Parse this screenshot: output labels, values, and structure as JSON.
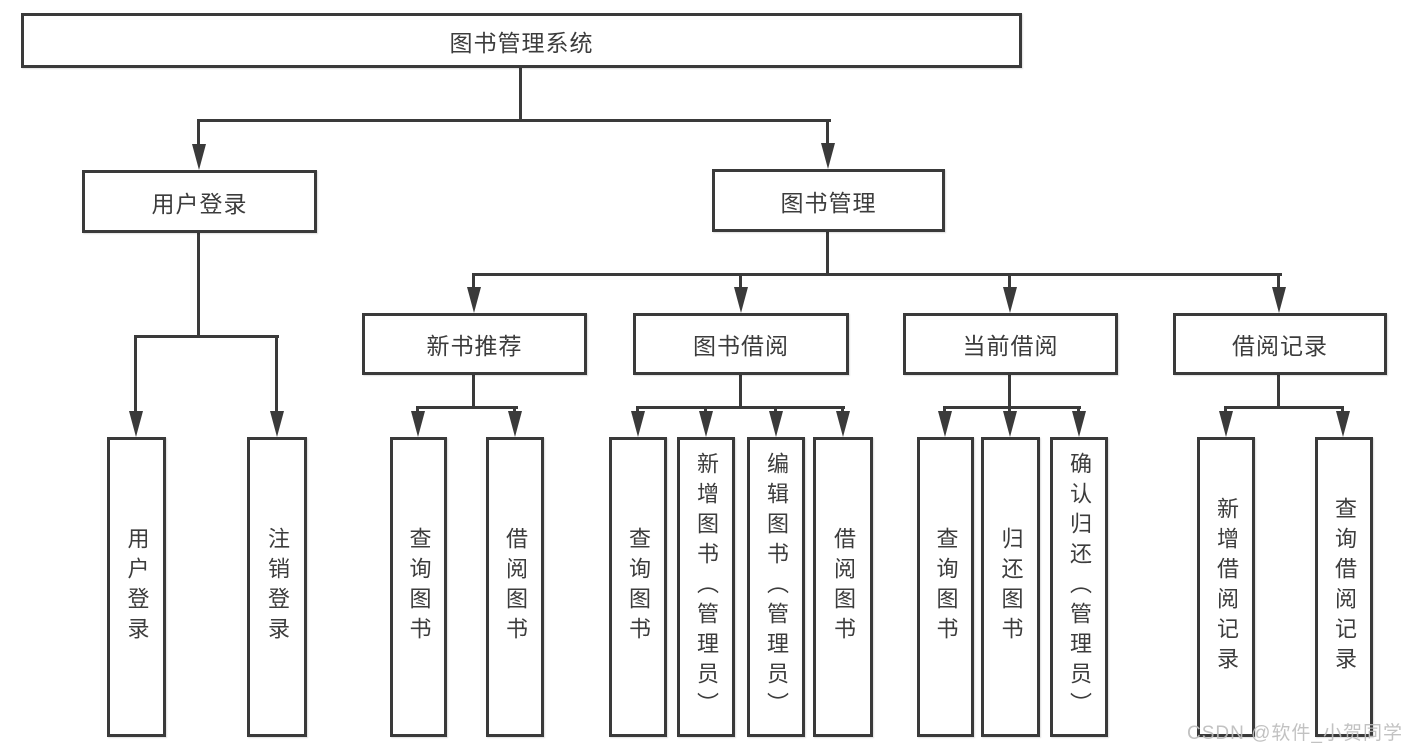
{
  "tree": {
    "label": "图书管理系统",
    "children": [
      {
        "label": "用户登录",
        "children": [
          {
            "label": "用户登录"
          },
          {
            "label": "注销登录"
          }
        ]
      },
      {
        "label": "图书管理",
        "children": [
          {
            "label": "新书推荐",
            "children": [
              {
                "label": "查询图书"
              },
              {
                "label": "借阅图书"
              }
            ]
          },
          {
            "label": "图书借阅",
            "children": [
              {
                "label": "查询图书"
              },
              {
                "label": "新增图书（管理员）"
              },
              {
                "label": "编辑图书（管理员）"
              },
              {
                "label": "借阅图书"
              }
            ]
          },
          {
            "label": "当前借阅",
            "children": [
              {
                "label": "查询图书"
              },
              {
                "label": "归还图书"
              },
              {
                "label": "确认归还（管理员）"
              }
            ]
          },
          {
            "label": "借阅记录",
            "children": [
              {
                "label": "新增借阅记录"
              },
              {
                "label": "查询借阅记录"
              }
            ]
          }
        ]
      }
    ]
  },
  "watermark": {
    "text": "CSDN @软件_小贺同学"
  },
  "colors": {
    "line": "#3a3a3a",
    "text": "#3c3c3c",
    "watermark": "#bdbdbd",
    "background": "#ffffff"
  }
}
